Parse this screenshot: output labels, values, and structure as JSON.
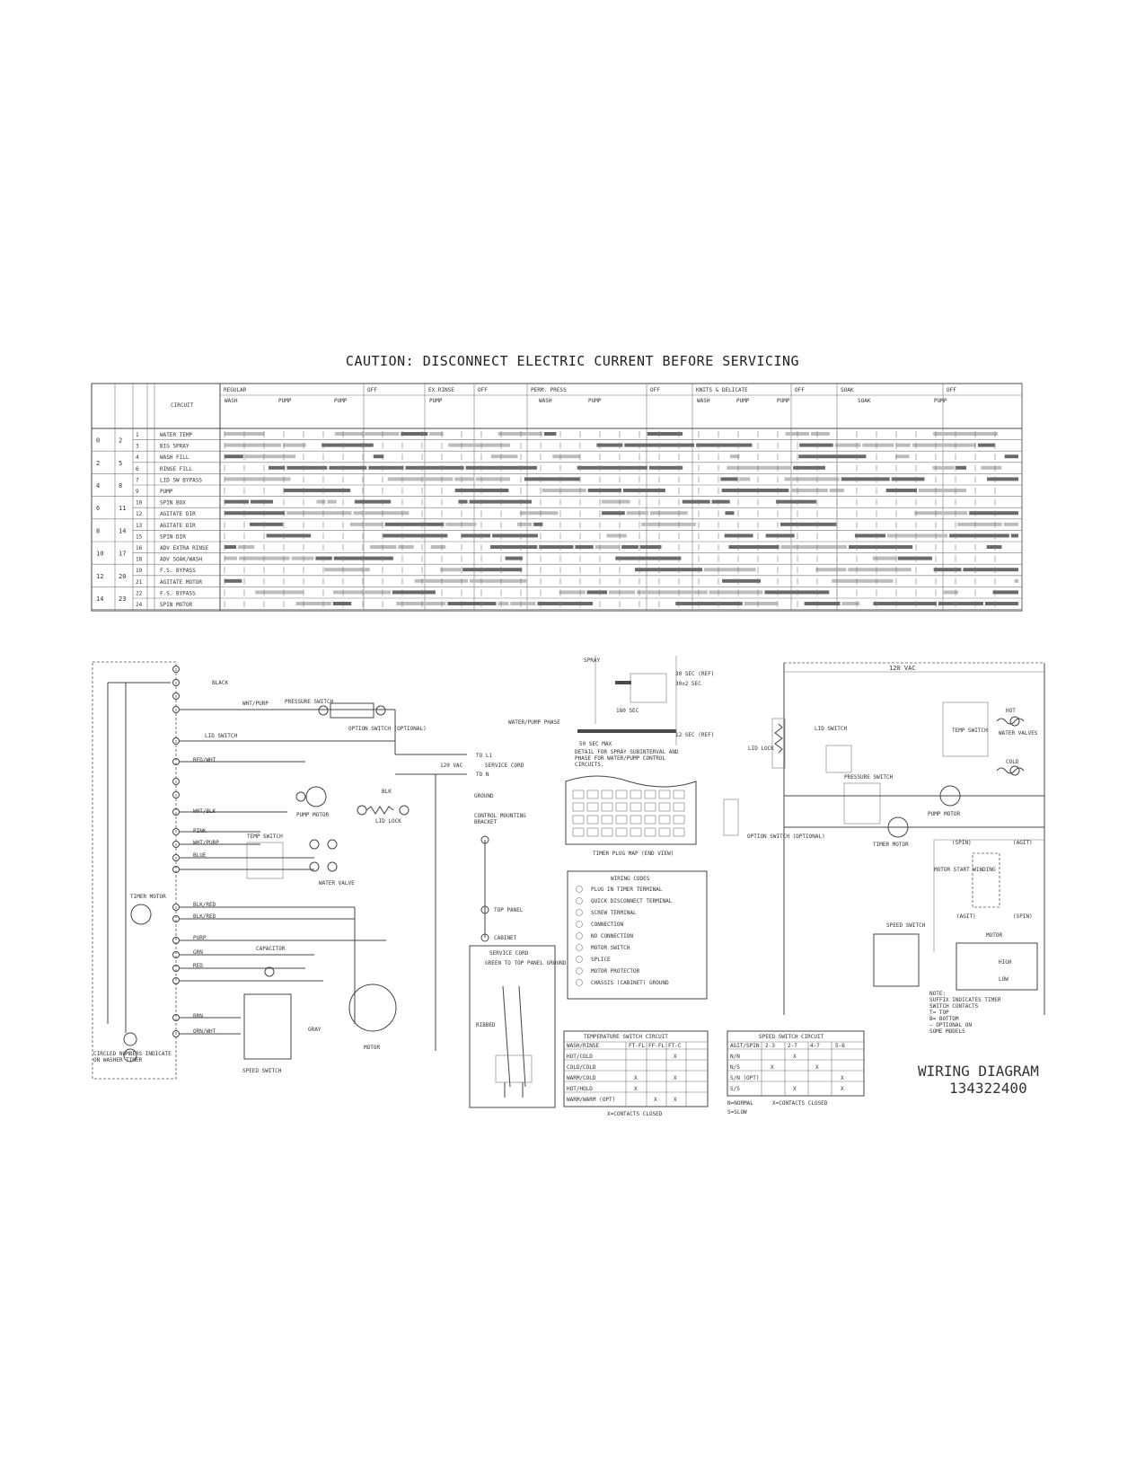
{
  "caution": "CAUTION: DISCONNECT ELECTRIC CURRENT BEFORE SERVICING",
  "title": {
    "label": "WIRING DIAGRAM",
    "number": "134322400"
  },
  "timer_chart": {
    "circuit_header": "CIRCUIT",
    "phases": [
      "REGULAR",
      "OFF",
      "EX.RINSE",
      "OFF",
      "PERM. PRESS",
      "OFF",
      "KNITS & DELICATE",
      "OFF",
      "SOAK",
      "OFF"
    ],
    "subphases": [
      "WASH",
      "PUMP",
      "PUMP",
      "PUMP",
      "WASH",
      "PUMP",
      "WASH",
      "PUMP",
      "PUMP",
      "SOAK",
      "PUMP"
    ],
    "rows": [
      {
        "cam": "0",
        "term": "2",
        "num": "1",
        "label": "WATER TEMP"
      },
      {
        "cam": "",
        "term": "",
        "num": "3",
        "label": "BIG SPRAY"
      },
      {
        "cam": "2",
        "term": "5",
        "num": "4",
        "label": "WASH FILL"
      },
      {
        "cam": "",
        "term": "",
        "num": "6",
        "label": "RINSE FILL"
      },
      {
        "cam": "4",
        "term": "8",
        "num": "7",
        "label": "LID SW BYPASS"
      },
      {
        "cam": "",
        "term": "",
        "num": "9",
        "label": "PUMP"
      },
      {
        "cam": "6",
        "term": "11",
        "num": "10",
        "label": "SPIN BOX"
      },
      {
        "cam": "",
        "term": "",
        "num": "12",
        "label": "AGITATE DIR"
      },
      {
        "cam": "8",
        "term": "14",
        "num": "13",
        "label": "AGITATE DIR"
      },
      {
        "cam": "",
        "term": "",
        "num": "15",
        "label": "SPIN DIR"
      },
      {
        "cam": "10",
        "term": "17",
        "num": "16",
        "label": "ADV EXTRA RINSE"
      },
      {
        "cam": "",
        "term": "",
        "num": "18",
        "label": "ADV SOAK/WASH"
      },
      {
        "cam": "12",
        "term": "20",
        "num": "19",
        "label": "F.S. BYPASS"
      },
      {
        "cam": "",
        "term": "",
        "num": "21",
        "label": "AGITATE MOTOR"
      },
      {
        "cam": "14",
        "term": "23",
        "num": "22",
        "label": "F.S. BYPASS"
      },
      {
        "cam": "",
        "term": "",
        "num": "24",
        "label": "SPIN MOTOR"
      }
    ]
  },
  "left_schematic": {
    "wire_colors": [
      "BLACK",
      "WHT/PURP",
      "RED/WHT",
      "BLK",
      "WHT/BLK",
      "PINK",
      "WHT/PURP",
      "BLUE",
      "BLK/RED",
      "BLK/RED",
      "PURP",
      "GRN",
      "RED",
      "BRN",
      "ORN/WHT",
      "GRAY"
    ],
    "labels": [
      "PRESSURE SWITCH",
      "OPTION SWITCH (OPTIONAL)",
      "PUMP MOTOR",
      "LID SWITCH",
      "LID LOCK",
      "TEMP SWITCH",
      "WATER VALVE",
      "TIMER MOTOR",
      "CAPACITOR",
      "MOTOR",
      "SPEED SWITCH",
      "CIRCLED NUMBERS INDICATE ON WASHER TIMER",
      "SERVICE CORD",
      "120 VAC",
      "GROUND",
      "CONTROL MOUNTING BRACKET",
      "TOP PANEL",
      "CABINET",
      "TO L1",
      "TO N"
    ]
  },
  "sequence_detail": {
    "lines": [
      "SPRAY",
      "30 SEC (REF)",
      "30±2 SEC",
      "180 SEC",
      "WATER/PUMP PHASE",
      "12 SEC (REF)",
      "50 SEC MAX"
    ],
    "note": "DETAIL FOR SPRAY SUBINTERVAL AND PHASE FOR WATER/PUMP CONTROL CIRCUITS.",
    "plug_caption": "TIMER PLUG MAP (END VIEW)"
  },
  "wiring_codes": {
    "title": "WIRING CODES",
    "items": [
      "PLUG IN TIMER TERMINAL",
      "QUICK DISCONNECT TERMINAL",
      "SCREW TERMINAL",
      "CONNECTION",
      "NO CONNECTION",
      "MOTOR SWITCH",
      "SPLICE",
      "MOTOR PROTECTOR",
      "CHASSIS (CABINET) GROUND"
    ]
  },
  "service_cord_box": {
    "title": "SERVICE CORD",
    "label": "GREEN TO TOP PANEL GROUND",
    "ribbed": "RIBBED"
  },
  "temperature_table": {
    "title": "TEMPERATURE SWITCH CIRCUIT",
    "columns": [
      "WASH/RINSE",
      "FT-FL",
      "FF-FL",
      "FT-C"
    ],
    "rows": [
      [
        "HOT/COLD",
        "",
        "",
        "X"
      ],
      [
        "COLD/COLD",
        "",
        "",
        ""
      ],
      [
        "WARM/COLD",
        "X",
        "",
        "X"
      ],
      [
        "HOT/HOLD",
        "X",
        "",
        ""
      ],
      [
        "WARM/WARM (OPT)",
        "",
        "X",
        "X"
      ]
    ],
    "footnote": "X=CONTACTS CLOSED"
  },
  "speed_table": {
    "title": "SPEED SWITCH CIRCUIT",
    "columns": [
      "AGIT/SPIN",
      "2-3",
      "2-7",
      "4-7",
      "5-6"
    ],
    "rows": [
      [
        "N/N",
        "",
        "X",
        "",
        ""
      ],
      [
        "N/S",
        "X",
        "",
        "X",
        ""
      ],
      [
        "S/N (OPT)",
        "",
        "",
        "",
        "X"
      ],
      [
        "S/S",
        "",
        "X",
        "",
        "X"
      ]
    ],
    "footnote_a": "N=NORMAL",
    "footnote_b": "X=CONTACTS CLOSED",
    "footnote_c": "S=SLOW"
  },
  "right_schematic": {
    "voltage": "120 VAC",
    "labels": [
      "LID SWITCH",
      "LID LOCK",
      "PRESSURE SWITCH",
      "TEMP SWITCH",
      "WATER VALVES",
      "HOT",
      "COLD",
      "PUMP MOTOR",
      "TIMER MOTOR",
      "OPTION SWITCH (OPTIONAL)",
      "MOTOR START WINDING",
      "SPEED SWITCH",
      "MOTOR",
      "(SPIN)",
      "(AGIT)",
      "(AGIT)",
      "(SPIN)",
      "HIGH",
      "LOW"
    ],
    "note_lines": [
      "NOTE:",
      "SUFFIX INDICATES TIMER",
      "SWITCH CONTACTS",
      "T= TOP",
      "B= BOTTOM",
      "— OPTIONAL ON",
      "SOME MODELS"
    ]
  }
}
